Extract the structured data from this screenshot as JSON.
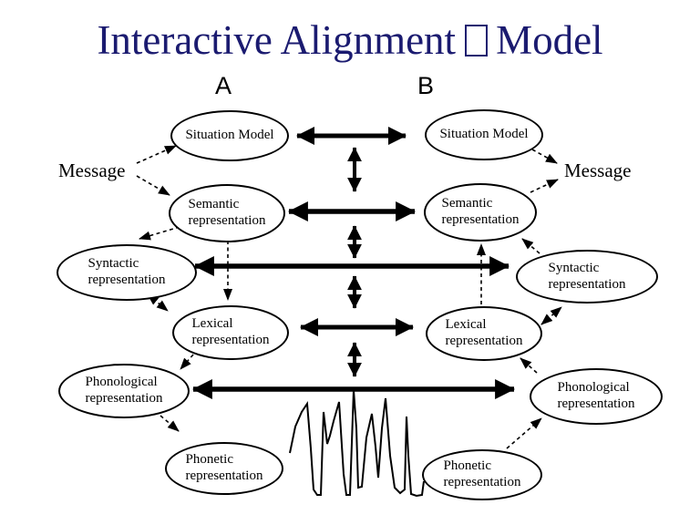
{
  "slide": {
    "title": {
      "part1": "Interactive Alignment",
      "missing_glyph": "□",
      "part2": "Model",
      "color": "#1b1b70"
    },
    "speaker_a": "A",
    "speaker_b": "B",
    "message_left": "Message",
    "message_right": "Message"
  },
  "nodes": {
    "a": [
      {
        "line1": "Situation Model",
        "line2": ""
      },
      {
        "line1": "Semantic",
        "line2": "representation"
      },
      {
        "line1": "Syntactic",
        "line2": "representation"
      },
      {
        "line1": "Lexical",
        "line2": "representation"
      },
      {
        "line1": "Phonological",
        "line2": "representation"
      },
      {
        "line1": "Phonetic",
        "line2": "representation"
      }
    ],
    "b": [
      {
        "line1": "Situation Model",
        "line2": ""
      },
      {
        "line1": "Semantic",
        "line2": "representation"
      },
      {
        "line1": "Syntactic",
        "line2": "representation"
      },
      {
        "line1": "Lexical",
        "line2": "representation"
      },
      {
        "line1": "Phonological",
        "line2": "representation"
      },
      {
        "line1": "Phonetic",
        "line2": "representation"
      }
    ]
  },
  "icons": {
    "waveform": "speech-signal-waveform",
    "solid_arrows": "alignment-double-arrows",
    "dashed_arrows": "processing-path-arrows"
  },
  "colors": {
    "ink": "#000000",
    "title": "#1b1b70",
    "background": "#ffffff"
  }
}
